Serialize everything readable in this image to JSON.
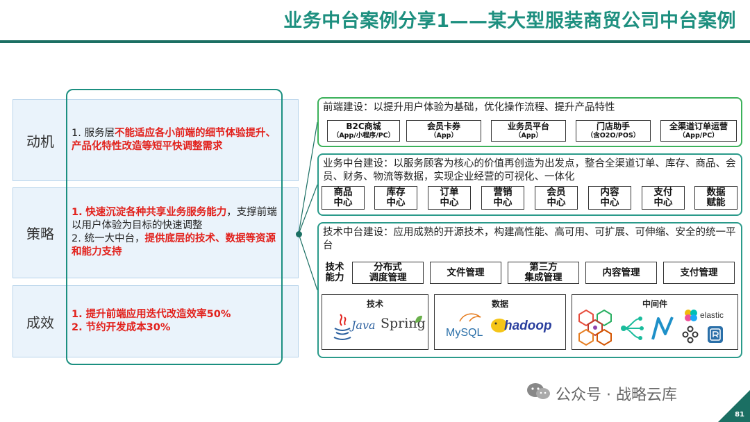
{
  "title": "业务中台案例分享1——某大型服装商贸公司中台案例",
  "rows": [
    {
      "label": "动机",
      "items": [
        {
          "num": "1.",
          "parts": [
            {
              "t": "服务层",
              "red": false
            },
            {
              "t": "不能适应各小前端的细节体验提升、产品化特性改造等短平快调整需求",
              "red": true
            }
          ]
        }
      ]
    },
    {
      "label": "策略",
      "items": [
        {
          "num": "1.",
          "parts": [
            {
              "t": "快速沉淀各种共享业务服务能力",
              "red": true
            },
            {
              "t": "，支撑前端以用户体验为目标的快速调整",
              "red": false
            }
          ]
        },
        {
          "num": "2.",
          "parts": [
            {
              "t": "统一大中台，",
              "red": false
            },
            {
              "t": "提供底层的技术、数据等资源和能力支持",
              "red": true
            }
          ]
        }
      ]
    },
    {
      "label": "成效",
      "items": [
        {
          "num": "1.",
          "parts": [
            {
              "t": "提升前端应用迭代改造效率50%",
              "red": true
            }
          ]
        },
        {
          "num": "2.",
          "parts": [
            {
              "t": "节约开发成本30%",
              "red": true
            }
          ]
        }
      ]
    }
  ],
  "frontend": {
    "head": "前端建设：以提升用户体验为基础，优化操作流程、提升产品特性",
    "buttons": [
      {
        "l1": "B2C商城",
        "l2": "（App/小程序/PC）"
      },
      {
        "l1": "会员卡券",
        "l2": "（App）"
      },
      {
        "l1": "业务员平台",
        "l2": "（App）"
      },
      {
        "l1": "门店助手",
        "l2": "（含O2O/POS）"
      },
      {
        "l1": "全渠道订单运营",
        "l2": "（App/PC）"
      }
    ]
  },
  "business": {
    "head": "业务中台建设：以服务顾客为核心的价值再创造为出发点，整合全渠道订单、库存、商品、会员、财务、物流等数据，实现企业经营的可视化、一体化",
    "buttons": [
      {
        "l1": "商品",
        "l2": "中心"
      },
      {
        "l1": "库存",
        "l2": "中心"
      },
      {
        "l1": "订单",
        "l2": "中心"
      },
      {
        "l1": "营销",
        "l2": "中心"
      },
      {
        "l1": "会员",
        "l2": "中心"
      },
      {
        "l1": "内容",
        "l2": "中心"
      },
      {
        "l1": "支付",
        "l2": "中心"
      },
      {
        "l1": "数据",
        "l2": "赋能"
      }
    ]
  },
  "tech": {
    "head": "技术中台建设：应用成熟的开源技术，构建高性能、高可用、可扩展、可伸缩、安全的统一平台",
    "capability_label_1": "技术",
    "capability_label_2": "能力",
    "capabilities": [
      {
        "l1": "分布式",
        "l2": "调度管理"
      },
      {
        "l1": "文件管理",
        "l2": ""
      },
      {
        "l1": "第三方",
        "l2": "集成管理"
      },
      {
        "l1": "内容管理",
        "l2": ""
      },
      {
        "l1": "支付管理",
        "l2": ""
      }
    ],
    "panels": {
      "tech_title": "技术",
      "data_title": "数据",
      "mw_title": "中间件",
      "java": "Java",
      "spring": "Spring",
      "mysql": "MySQL",
      "hadoop": "hadoop",
      "elastic": "elastic"
    }
  },
  "watermark": "公众号 · 战略云库",
  "page_number": "81",
  "colors": {
    "accent": "#1b8f80",
    "red": "#e2211c",
    "green_box": "#3bb15a"
  }
}
